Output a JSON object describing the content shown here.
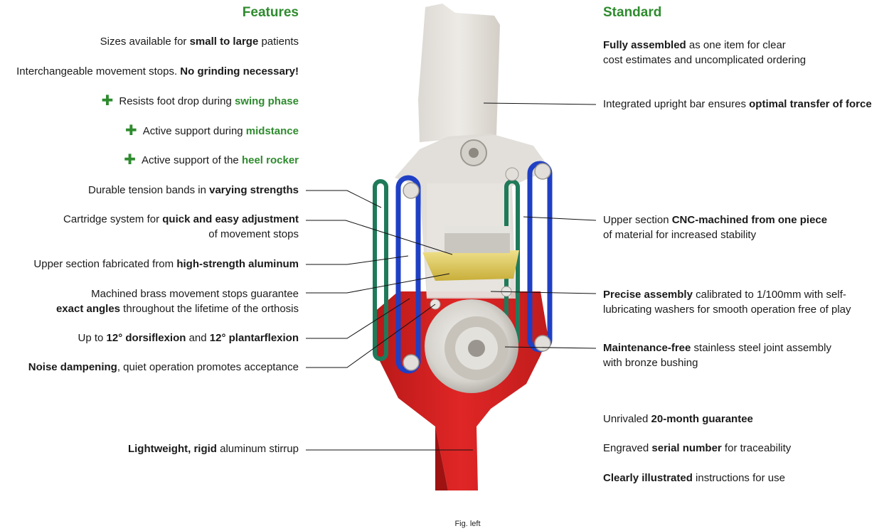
{
  "features": {
    "heading": "Features",
    "items": [
      {
        "parts": [
          {
            "t": "Sizes available for "
          },
          {
            "t": "small to large",
            "b": true
          },
          {
            "t": " patients"
          }
        ]
      },
      {
        "parts": [
          {
            "t": "Interchangeable movement stops. "
          },
          {
            "t": "No grinding necessary!",
            "b": true
          }
        ]
      },
      {
        "plus": true,
        "parts": [
          {
            "t": "Resists foot drop during "
          },
          {
            "t": "swing phase",
            "g": true
          }
        ]
      },
      {
        "plus": true,
        "parts": [
          {
            "t": "Active support during "
          },
          {
            "t": "midstance",
            "g": true
          }
        ]
      },
      {
        "plus": true,
        "parts": [
          {
            "t": "Active support of the "
          },
          {
            "t": "heel rocker",
            "g": true
          }
        ]
      },
      {
        "parts": [
          {
            "t": "Durable tension bands in "
          },
          {
            "t": "varying strengths",
            "b": true
          }
        ]
      },
      {
        "parts": [
          {
            "t": "Cartridge system for "
          },
          {
            "t": "quick and easy adjustment",
            "b": true
          },
          {
            "br": true
          },
          {
            "t": "of movement stops"
          }
        ]
      },
      {
        "parts": [
          {
            "t": "Upper section fabricated from "
          },
          {
            "t": "high-strength aluminum",
            "b": true
          }
        ]
      },
      {
        "parts": [
          {
            "t": "Machined brass movement stops guarantee"
          },
          {
            "br": true
          },
          {
            "t": "exact angles",
            "b": true
          },
          {
            "t": " throughout the lifetime of the orthosis"
          }
        ]
      },
      {
        "parts": [
          {
            "t": "Up to "
          },
          {
            "t": "12° dorsiflexion",
            "b": true
          },
          {
            "t": " and "
          },
          {
            "t": "12° plantarflexion",
            "b": true
          }
        ]
      },
      {
        "parts": [
          {
            "t": "Noise dampening",
            "b": true
          },
          {
            "t": ", quiet operation promotes acceptance"
          }
        ]
      },
      {
        "parts": [
          {
            "t": "Lightweight, rigid",
            "b": true
          },
          {
            "t": " aluminum stirrup"
          }
        ]
      }
    ]
  },
  "standard": {
    "heading": "Standard",
    "items": [
      {
        "parts": [
          {
            "t": "Fully assembled",
            "b": true
          },
          {
            "t": " as one item for clear"
          },
          {
            "br": true
          },
          {
            "t": "cost estimates and uncomplicated ordering"
          }
        ]
      },
      {
        "parts": [
          {
            "t": "Integrated upright bar ensures "
          },
          {
            "t": "optimal transfer of force",
            "b": true
          }
        ]
      },
      {
        "parts": [
          {
            "t": "Upper section "
          },
          {
            "t": "CNC-machined from one piece",
            "b": true
          },
          {
            "br": true
          },
          {
            "t": "of material for increased stability"
          }
        ]
      },
      {
        "parts": [
          {
            "t": "Precise assembly",
            "b": true
          },
          {
            "t": " calibrated to 1/100mm with self-"
          },
          {
            "br": true
          },
          {
            "t": "lubricating washers for smooth operation free of play"
          }
        ]
      },
      {
        "parts": [
          {
            "t": "Maintenance-free",
            "b": true
          },
          {
            "t": " stainless steel joint assembly"
          },
          {
            "br": true
          },
          {
            "t": "with bronze bushing"
          }
        ]
      },
      {
        "parts": [
          {
            "t": "Unrivaled "
          },
          {
            "t": "20-month guarantee",
            "b": true
          }
        ]
      },
      {
        "parts": [
          {
            "t": "Engraved "
          },
          {
            "t": "serial number",
            "b": true
          },
          {
            "t": " for traceability"
          }
        ]
      },
      {
        "parts": [
          {
            "t": "Clearly illustrated",
            "b": true
          },
          {
            "t": " instructions for use"
          }
        ]
      }
    ]
  },
  "caption": "Fig. left",
  "colors": {
    "accent_green": "#2e8b2e",
    "stirrup_red": "#d42020",
    "band_blue": "#1f3fc4",
    "brass": "#d8c24a",
    "band_green": "#1f7a5a"
  }
}
